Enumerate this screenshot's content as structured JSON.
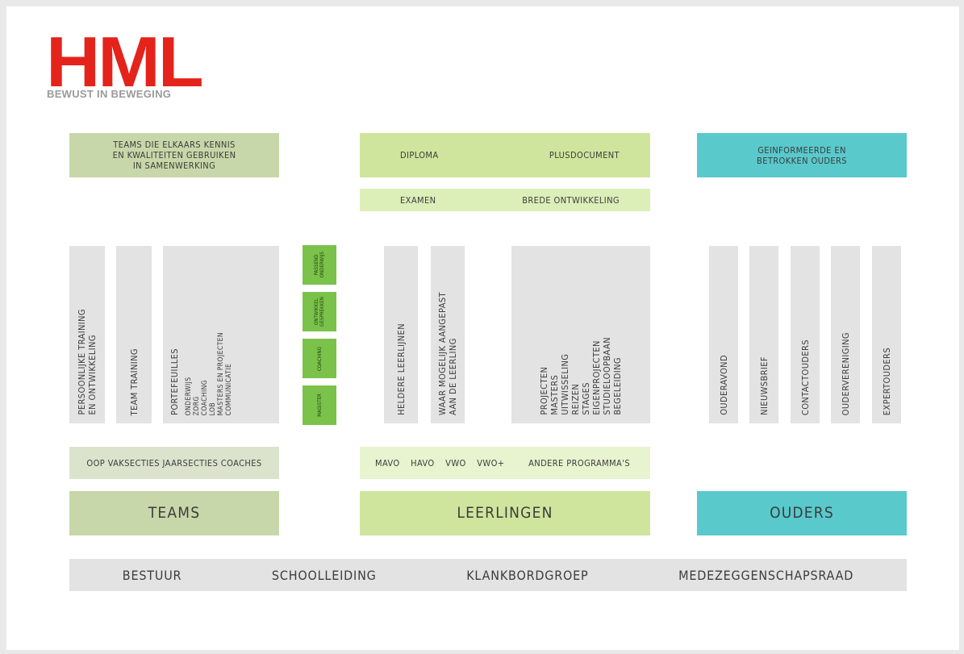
{
  "logo": {
    "text": "HML",
    "tagline": "BEWUST IN BEWEGING"
  },
  "top_row": {
    "teams_goal": "TEAMS DIE ELKAARS KENNIS\nEN KWALITEITEN GEBRUIKEN\nIN SAMENWERKING",
    "diploma": "DIPLOMA",
    "plusdocument": "PLUSDOCUMENT",
    "ouders_goal": "GEINFORMEERDE EN\nBETROKKEN OUDERS",
    "examen": "EXAMEN",
    "brede_ontwikkeling": "BREDE ONTWIKKELING"
  },
  "teams_columns": [
    {
      "text": "PERSOONLIJKE TRAINING\nEN ONTWIKKELING"
    },
    {
      "text": "TEAM TRAINING"
    },
    {
      "title": "PORTEFEUILLES",
      "items": "ONDERWIJS\nZORG\nCOACHING\nLOB\nMASTERS EN PROJECTEN\nCOMMUNICATIE"
    }
  ],
  "green_column": [
    "PASSEND\nONDERWIJS",
    "ONTWIKKEL\nGESPREKKEN",
    "COACHING",
    "MAGISTER"
  ],
  "leerlingen_columns": [
    {
      "text": "HELDERE LEERLIJNEN"
    },
    {
      "text": "WAAR MOGELIJK AANGEPAST\nAAN DE LEERLING"
    },
    {
      "text": "PROJECTEN\nMASTERS\nUITWISSELING\nREIZEN\nSTAGES\nEIGENPROJECTEN\nSTUDIELOOPBAAN\nBEGELEIDING"
    }
  ],
  "ouders_columns": [
    "OUDERAVOND",
    "NIEUWSBRIEF",
    "CONTACTOUDERS",
    "OUDERVERENIGING",
    "EXPERTOUDERS"
  ],
  "sub_row": {
    "teams": "OOP VAKSECTIES JAARSECTIES COACHES",
    "levels": [
      "MAVO",
      "HAVO",
      "VWO",
      "VWO+"
    ],
    "andere": "ANDERE PROGRAMMA'S"
  },
  "pillars": {
    "teams": "TEAMS",
    "leerlingen": "LEERLINGEN",
    "ouders": "OUDERS"
  },
  "foundation": [
    "BESTUUR",
    "SCHOOLLEIDING",
    "KLANKBORDGROEP",
    "MEDEZEGGENSCHAPSRAAD"
  ],
  "colors": {
    "logo_red": "#e4231b",
    "olive": "#c8d7a9",
    "lime": "#cfe59d",
    "teal": "#59c9cc",
    "grey": "#e3e3e3",
    "green": "#7ac24a"
  }
}
